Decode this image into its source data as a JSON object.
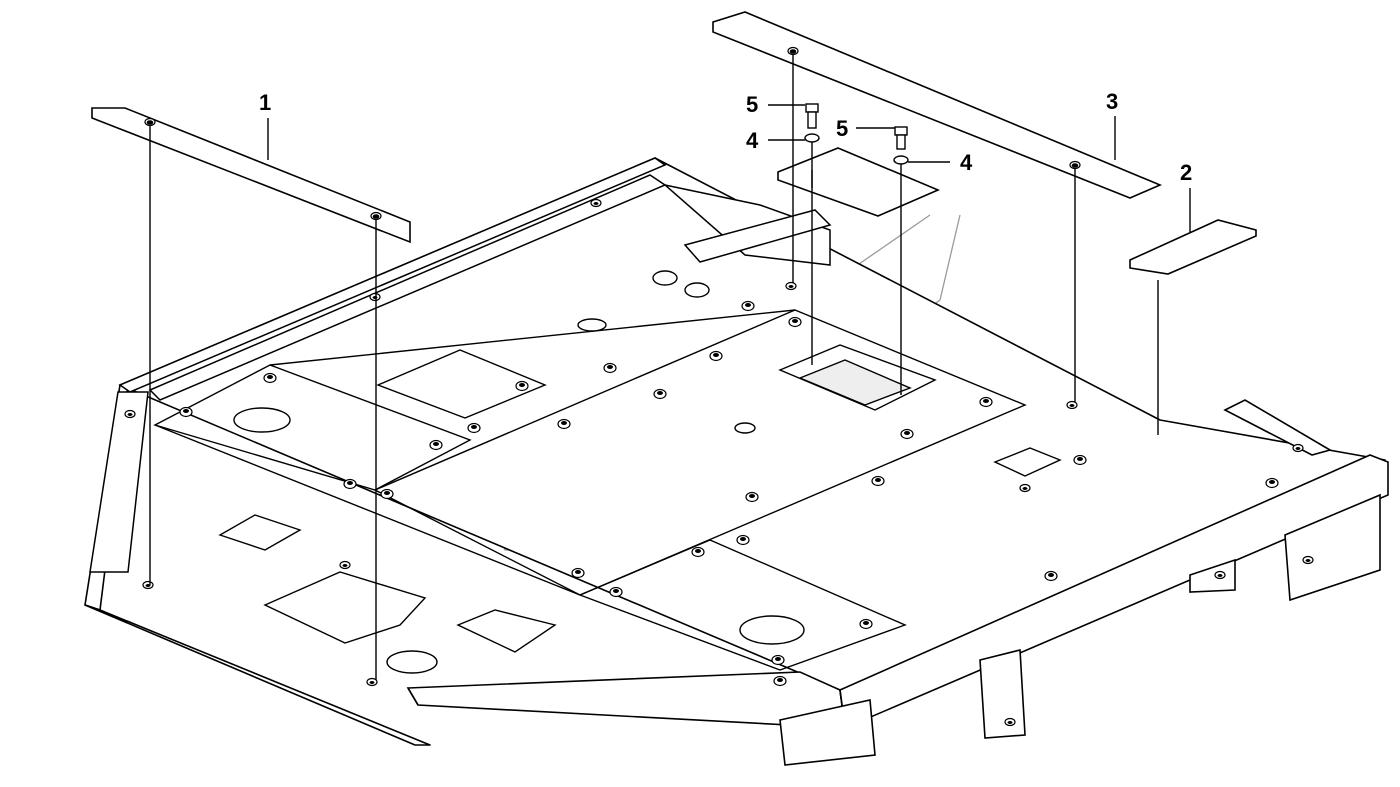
{
  "colors": {
    "line": "#000000",
    "watermark": "#9a9a9a",
    "background": "#ffffff"
  },
  "callouts": [
    {
      "id": "callout-1",
      "text": "1"
    },
    {
      "id": "callout-2",
      "text": "2"
    },
    {
      "id": "callout-3",
      "text": "3"
    },
    {
      "id": "callout-4a",
      "text": "4"
    },
    {
      "id": "callout-4b",
      "text": "4"
    },
    {
      "id": "callout-5a",
      "text": "5"
    },
    {
      "id": "callout-5b",
      "text": "5"
    }
  ]
}
